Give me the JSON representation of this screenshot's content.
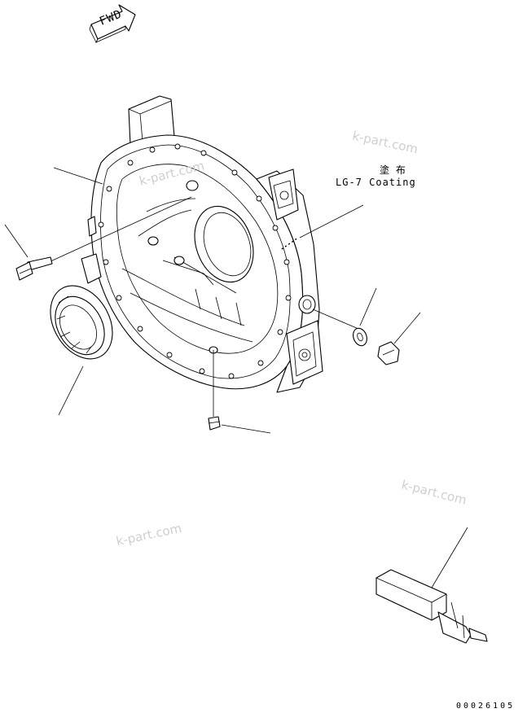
{
  "fwd_label": "FWD",
  "coating_label_jp": "塗 布",
  "coating_label_en": "LG-7 Coating",
  "drawing_number": "00026105",
  "watermark": "k-part.com"
}
